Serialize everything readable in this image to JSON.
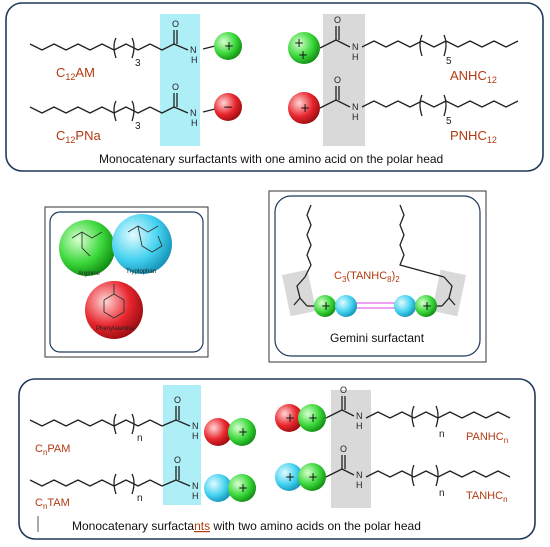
{
  "top_panel": {
    "labels": [
      {
        "main": "C",
        "sub": "12",
        "rest": "AM"
      },
      {
        "main": "C",
        "sub": "12",
        "rest": "PNa"
      },
      {
        "main": "ANHC",
        "sub": "12",
        "rest": ""
      },
      {
        "main": "PNHC",
        "sub": "12",
        "rest": ""
      }
    ],
    "repeat_index_left": "3",
    "repeat_index_right": "5",
    "caption": "Monocatenary surfactants with one amino acid on the polar head"
  },
  "amino_panel": {
    "arginine": "Arginine",
    "tryptophan": "Tryptophan",
    "phenylalanine": "Phenylalanina"
  },
  "gemini_panel": {
    "formula": {
      "a": "C",
      "b": "3",
      "c": "(TANHC",
      "d": "8",
      "e": ")",
      "f": "2"
    },
    "caption": "Gemini surfactant"
  },
  "bottom_panel": {
    "labels": [
      {
        "main": "C",
        "sub": "n",
        "rest": "PAM"
      },
      {
        "main": "C",
        "sub": "n",
        "rest": "TAM"
      },
      {
        "main": "PANHC",
        "sub": "n",
        "rest": ""
      },
      {
        "main": "TANHC",
        "sub": "n",
        "rest": ""
      }
    ],
    "repeat_index": "n",
    "caption_a": "Monocatenary surfacta",
    "caption_b": "nts",
    "caption_c": " with two amino acids on the polar head"
  },
  "atoms": {
    "o": "O",
    "nh": "N",
    "h": "H"
  },
  "charges": {
    "plus": "+",
    "minus": "−"
  },
  "colors": {
    "green": "#2fd42f",
    "red": "#e0202a",
    "cyan": "#3ccfee",
    "highlight_cyan": "#aeeef7",
    "highlight_gray": "#d8d8d8",
    "label": "#b23a10",
    "frame": "#1f3a5a"
  }
}
